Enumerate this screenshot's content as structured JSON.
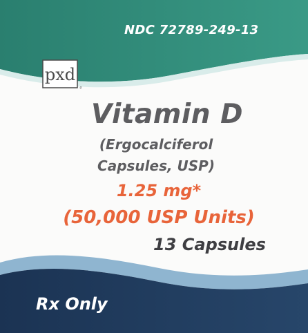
{
  "label": {
    "ndc": "NDC 72789-249-13",
    "logo_text": "pxd",
    "product_name": "Vitamin D",
    "description_line1": "(Ergocalciferol",
    "description_line2": "Capsules, USP)",
    "strength": "1.25 mg*",
    "strength_units": "(50,000 USP Units)",
    "count": "13 Capsules",
    "rx_statement": "Rx Only"
  },
  "colors": {
    "top_band": "#2f8877",
    "bottom_band": "#1f3c5c",
    "accent_orange": "#e8643a",
    "text_gray": "#5d5d60"
  },
  "icons": {
    "logo": "pxd-logo-icon"
  }
}
